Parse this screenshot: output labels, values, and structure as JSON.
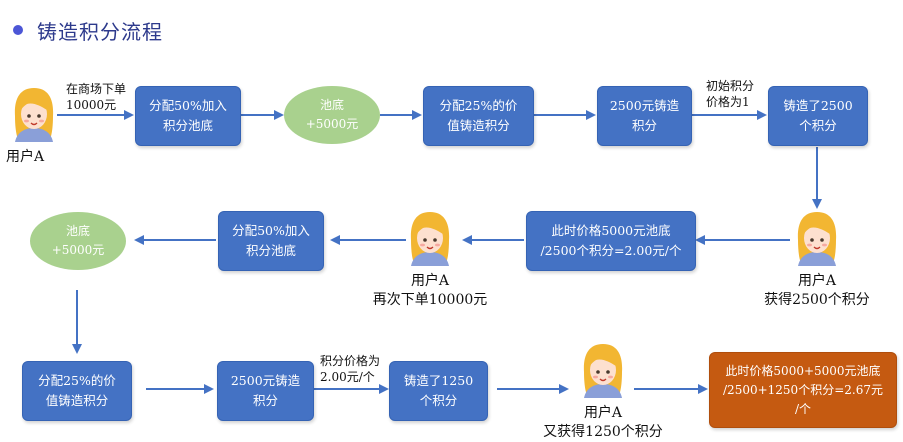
{
  "title": "铸造积分流程",
  "colors": {
    "box": "#4472c4",
    "pool": "#a9d18e",
    "highlight": "#c55a11",
    "arrow": "#4472c4"
  },
  "row1": {
    "buy_label": "在商场下单\n10000元",
    "user1": "用户A",
    "box_alloc_pool": "分配50%加入\n积分池底",
    "pool": "池底\n+5000元",
    "box_alloc_value": "分配25%的价\n值铸造积分",
    "box_mint_2500": "2500元铸造\n积分",
    "init_price_label": "初始积分\n价格为1",
    "box_minted_2500": "铸造了2500\n个积分"
  },
  "row2": {
    "user_get": "用户A\n获得2500个积分",
    "box_price": "此时价格5000元池底\n/2500个积分=2.00元/个",
    "user_again": "用户A\n再次下单10000元",
    "box_alloc_pool": "分配50%加入\n积分池底",
    "pool": "池底\n+5000元"
  },
  "row3": {
    "box_alloc_value": "分配25%的价\n值铸造积分",
    "box_mint_2500": "2500元铸造\n积分",
    "price_label": "积分价格为\n2.00元/个",
    "box_minted_1250": "铸造了1250\n个积分",
    "user_get": "用户A\n又获得1250个积分",
    "box_final_price": "此时价格5000+5000元池底\n/2500+1250个积分=2.67元\n/个"
  },
  "icons": {
    "avatar": "girl-avatar-icon"
  }
}
